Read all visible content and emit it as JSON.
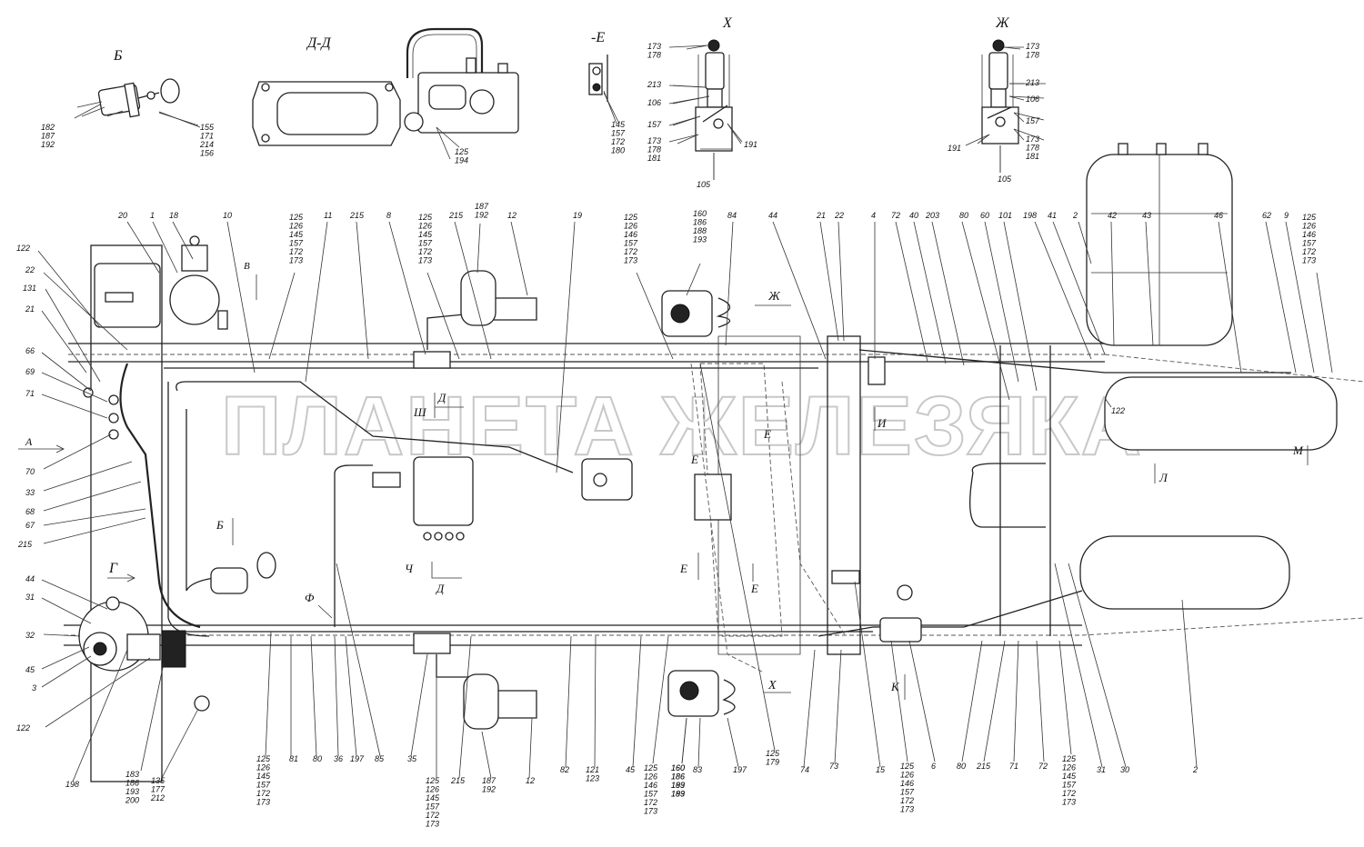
{
  "watermark": "ПЛАНЕТА ЖЕЛЕЗЯКА",
  "views": {
    "b": "Б",
    "dd": "Д-Д",
    "e": "-Е",
    "x": "Х",
    "zh": "Ж"
  },
  "directions": {
    "a": "А",
    "g": "Г",
    "v": "В",
    "sh": "Ш",
    "d1": "Д",
    "b2": "Б",
    "ch": "Ч",
    "d2": "Д",
    "f": "Ф",
    "e1": "Е",
    "e2": "Е",
    "e3": "Е",
    "e4": "Е",
    "i": "И",
    "k": "К",
    "l": "Л",
    "m": "М",
    "x2": "Х",
    "zh2": "Ж"
  },
  "callouts": [
    {
      "id": "c_b_left",
      "text": "182\n187\n192"
    },
    {
      "id": "c_b_right",
      "text": "155\n171\n214\n156"
    },
    {
      "id": "c_dd",
      "text": "125\n194"
    },
    {
      "id": "c_e",
      "text": "145\n157\n172\n180"
    },
    {
      "id": "c_x_173",
      "text": "173\n178"
    },
    {
      "id": "c_x_213",
      "text": "213"
    },
    {
      "id": "c_x_106",
      "text": "106"
    },
    {
      "id": "c_x_157",
      "text": "157"
    },
    {
      "id": "c_x_173b",
      "text": "173\n178\n181"
    },
    {
      "id": "c_x_191",
      "text": "191"
    },
    {
      "id": "c_x_105",
      "text": "105"
    },
    {
      "id": "c_zh_173",
      "text": "173\n178"
    },
    {
      "id": "c_zh_213",
      "text": "213"
    },
    {
      "id": "c_zh_106",
      "text": "106"
    },
    {
      "id": "c_zh_157",
      "text": "157"
    },
    {
      "id": "c_zh_173b",
      "text": "173\n178\n181"
    },
    {
      "id": "c_zh_191",
      "text": "191"
    },
    {
      "id": "c_zh_105",
      "text": "105"
    },
    {
      "id": "t20",
      "text": "20"
    },
    {
      "id": "t1",
      "text": "1"
    },
    {
      "id": "t18",
      "text": "18"
    },
    {
      "id": "t10",
      "text": "10"
    },
    {
      "id": "t125a",
      "text": "125\n126\n145\n157\n172\n173"
    },
    {
      "id": "t11",
      "text": "11"
    },
    {
      "id": "t215a",
      "text": "215"
    },
    {
      "id": "t8",
      "text": "8"
    },
    {
      "id": "t125b",
      "text": "125\n126\n145\n157\n172\n173"
    },
    {
      "id": "t215b",
      "text": "215"
    },
    {
      "id": "t187a",
      "text": "187\n192"
    },
    {
      "id": "t12a",
      "text": "12"
    },
    {
      "id": "t19",
      "text": "19"
    },
    {
      "id": "t125c",
      "text": "125\n126\n146\n157\n172\n173"
    },
    {
      "id": "t160a",
      "text": "160\n186\n188\n193"
    },
    {
      "id": "t84",
      "text": "84"
    },
    {
      "id": "t44a",
      "text": "44"
    },
    {
      "id": "t21a",
      "text": "21"
    },
    {
      "id": "t22a",
      "text": "22"
    },
    {
      "id": "t4",
      "text": "4"
    },
    {
      "id": "t72a",
      "text": "72"
    },
    {
      "id": "t40",
      "text": "40"
    },
    {
      "id": "t203",
      "text": "203"
    },
    {
      "id": "t80a",
      "text": "80"
    },
    {
      "id": "t60",
      "text": "60"
    },
    {
      "id": "t101",
      "text": "101"
    },
    {
      "id": "t198a",
      "text": "198"
    },
    {
      "id": "t41",
      "text": "41"
    },
    {
      "id": "t2a",
      "text": "2"
    },
    {
      "id": "t42",
      "text": "42"
    },
    {
      "id": "t43",
      "text": "43"
    },
    {
      "id": "t46",
      "text": "46"
    },
    {
      "id": "t62",
      "text": "62"
    },
    {
      "id": "t9",
      "text": "9"
    },
    {
      "id": "t125d",
      "text": "125\n126\n146\n157\n172\n173"
    },
    {
      "id": "l122a",
      "text": "122"
    },
    {
      "id": "l22",
      "text": "22"
    },
    {
      "id": "l131",
      "text": "131"
    },
    {
      "id": "l21",
      "text": "21"
    },
    {
      "id": "l66",
      "text": "66"
    },
    {
      "id": "l69",
      "text": "69"
    },
    {
      "id": "l71",
      "text": "71"
    },
    {
      "id": "l70",
      "text": "70"
    },
    {
      "id": "l33",
      "text": "33"
    },
    {
      "id": "l68",
      "text": "68"
    },
    {
      "id": "l67",
      "text": "67"
    },
    {
      "id": "l215",
      "text": "215"
    },
    {
      "id": "l44",
      "text": "44"
    },
    {
      "id": "l31",
      "text": "31"
    },
    {
      "id": "l32",
      "text": "32"
    },
    {
      "id": "l45",
      "text": "45"
    },
    {
      "id": "l3",
      "text": "3"
    },
    {
      "id": "l122b",
      "text": "122"
    },
    {
      "id": "l198",
      "text": "198"
    },
    {
      "id": "m122",
      "text": "122"
    },
    {
      "id": "b183",
      "text": "183\n186\n193\n200"
    },
    {
      "id": "b135",
      "text": "135\n177\n212"
    },
    {
      "id": "b160",
      "text": "160\n186\n193\n189"
    },
    {
      "id": "b125a",
      "text": "125\n126\n145\n157\n172\n173"
    },
    {
      "id": "b81",
      "text": "81"
    },
    {
      "id": "b80",
      "text": "80"
    },
    {
      "id": "b36",
      "text": "36"
    },
    {
      "id": "b197a",
      "text": "197"
    },
    {
      "id": "b85",
      "text": "85"
    },
    {
      "id": "b35",
      "text": "35"
    },
    {
      "id": "b125b",
      "text": "125\n126\n145\n157\n172\n173"
    },
    {
      "id": "b215",
      "text": "215"
    },
    {
      "id": "b187",
      "text": "187\n192"
    },
    {
      "id": "b12",
      "text": "12"
    },
    {
      "id": "b82",
      "text": "82"
    },
    {
      "id": "b121",
      "text": "121\n123"
    },
    {
      "id": "b45",
      "text": "45"
    },
    {
      "id": "b125c",
      "text": "125\n126\n146\n157\n172\n173"
    },
    {
      "id": "b160",
      "text": "160\n186\n189\n193"
    },
    {
      "id": "b83",
      "text": "83"
    },
    {
      "id": "b197b",
      "text": "197"
    },
    {
      "id": "b125d",
      "text": "125\n179"
    },
    {
      "id": "b74",
      "text": "74"
    },
    {
      "id": "b73",
      "text": "73"
    },
    {
      "id": "b15",
      "text": "15"
    },
    {
      "id": "b125e",
      "text": "125\n126\n146\n157\n172\n173"
    },
    {
      "id": "b6",
      "text": "6"
    },
    {
      "id": "b80b",
      "text": "80"
    },
    {
      "id": "b215b",
      "text": "215"
    },
    {
      "id": "b71",
      "text": "71"
    },
    {
      "id": "b72",
      "text": "72"
    },
    {
      "id": "b125f",
      "text": "125\n126\n145\n157\n172\n173"
    },
    {
      "id": "b31",
      "text": "31"
    },
    {
      "id": "b30",
      "text": "30"
    },
    {
      "id": "b2",
      "text": "2"
    }
  ]
}
